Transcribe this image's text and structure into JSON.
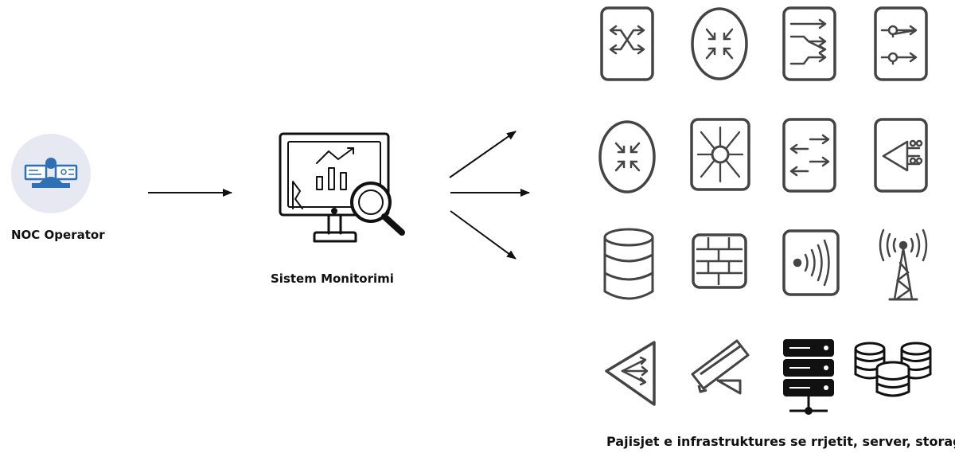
{
  "operator": {
    "label": "NOC Operator"
  },
  "system": {
    "label": "Sistem Monitorimi"
  },
  "infrastructure": {
    "label": "Pajisjet e infrastruktures se rrjetit, server, storage, etj",
    "devices": [
      "switch-icon",
      "router-icon",
      "multilayer-switch-icon",
      "optical-switch-icon",
      "router-icon",
      "layer3-switch-icon",
      "switch-icon",
      "amplifier-icon",
      "database-icon",
      "firewall-icon",
      "wireless-access-point-icon",
      "antenna-tower-icon",
      "splitter-icon",
      "camera-icon",
      "server-rack-icon",
      "storage-icon"
    ]
  },
  "colors": {
    "stroke": "#444444",
    "accent": "#2f6fb3",
    "dark": "#111111"
  }
}
